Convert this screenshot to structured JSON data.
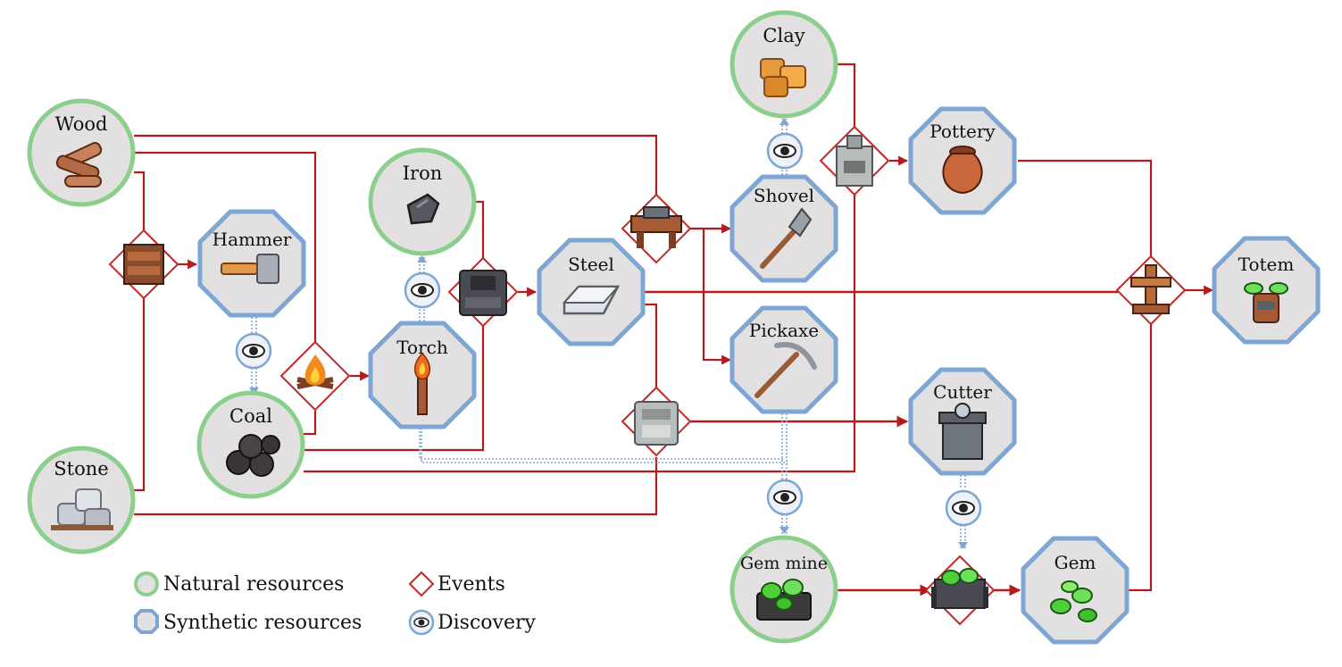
{
  "colors": {
    "natural_border": "#8ccf8c",
    "synthetic_border": "#7ea6d4",
    "node_fill": "#e2e0e0",
    "edge": "#b21c1c",
    "discovery_edge": "#7ea6d4",
    "event_border": "#c0282a"
  },
  "nodes": {
    "clay": {
      "label": "Clay",
      "kind": "natural",
      "icon": "clay-icon"
    },
    "wood": {
      "label": "Wood",
      "kind": "natural",
      "icon": "wood-icon"
    },
    "iron": {
      "label": "Iron",
      "kind": "natural",
      "icon": "iron-ore-icon"
    },
    "coal": {
      "label": "Coal",
      "kind": "natural",
      "icon": "coal-icon"
    },
    "stone": {
      "label": "Stone",
      "kind": "natural",
      "icon": "stone-icon"
    },
    "gem_mine": {
      "label": "Gem mine",
      "kind": "natural",
      "icon": "gem-mine-icon"
    },
    "hammer": {
      "label": "Hammer",
      "kind": "synthetic",
      "icon": "hammer-icon"
    },
    "torch": {
      "label": "Torch",
      "kind": "synthetic",
      "icon": "torch-icon"
    },
    "steel": {
      "label": "Steel",
      "kind": "synthetic",
      "icon": "steel-ingot-icon"
    },
    "shovel": {
      "label": "Shovel",
      "kind": "synthetic",
      "icon": "shovel-icon"
    },
    "pickaxe": {
      "label": "Pickaxe",
      "kind": "synthetic",
      "icon": "pickaxe-icon"
    },
    "pottery": {
      "label": "Pottery",
      "kind": "synthetic",
      "icon": "pottery-icon"
    },
    "cutter": {
      "label": "Cutter",
      "kind": "synthetic",
      "icon": "cutter-icon"
    },
    "gem": {
      "label": "Gem",
      "kind": "synthetic",
      "icon": "gem-icon"
    },
    "totem": {
      "label": "Totem",
      "kind": "synthetic",
      "icon": "totem-icon"
    }
  },
  "events": [
    {
      "id": "workbench",
      "icon": "workbench-icon"
    },
    {
      "id": "campfire",
      "icon": "campfire-icon"
    },
    {
      "id": "furnace",
      "icon": "furnace-icon"
    },
    {
      "id": "anvil",
      "icon": "anvil-icon"
    },
    {
      "id": "kiln",
      "icon": "kiln-icon"
    },
    {
      "id": "stonecutter",
      "icon": "stonecutter-icon"
    },
    {
      "id": "altar",
      "icon": "altar-icon"
    },
    {
      "id": "gem-cart",
      "icon": "gem-cart-icon"
    }
  ],
  "legend": {
    "natural": "Natural resources",
    "synthetic": "Synthetic resources",
    "events": "Events",
    "discovery": "Discovery"
  }
}
